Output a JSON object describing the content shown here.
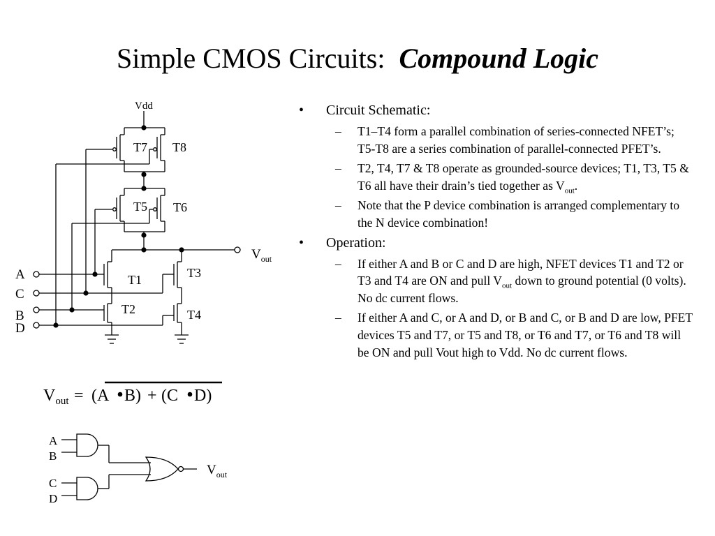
{
  "title": {
    "main": "Simple CMOS Circuits:",
    "italic": "Compound Logic"
  },
  "schematic": {
    "vdd": "Vdd",
    "transistors": [
      "T7",
      "T8",
      "T5",
      "T6",
      "T1",
      "T3",
      "T2",
      "T4"
    ],
    "inputs": [
      "A",
      "C",
      "B",
      "D"
    ],
    "vout_base": "V",
    "vout_sub": "out"
  },
  "equation": {
    "lhs_base": "V",
    "lhs_sub": "out",
    "eq": "=",
    "term1": "(A",
    "term1_b": "B)",
    "plus": "+",
    "term2": "(C",
    "term2_b": "D)"
  },
  "gates": {
    "inputs": [
      "A",
      "B",
      "C",
      "D"
    ],
    "out_base": "V",
    "out_sub": "out"
  },
  "notes": {
    "items": [
      {
        "label": "Circuit Schematic:",
        "sub": [
          {
            "a": "T1–T4 form a parallel combination of series-connected NFET’s;  T5-T8 are a series combination of parallel-connected PFET’s."
          },
          {
            "a": "T2, T4, T7 & T8 operate as grounded-source devices;  T1, T3, T5 & T6 all have their drain’s tied together as V",
            "sub": "out",
            "b": "."
          },
          {
            "a": "Note that the P device combination is arranged complementary to the N device combination!"
          }
        ]
      },
      {
        "label": "Operation:",
        "sub": [
          {
            "a": "If either A and B or C and D are high, NFET devices T1 and T2 or T3 and T4 are ON and pull V",
            "sub": "out",
            "b": " down to ground potential (0 volts).  No dc current flows."
          },
          {
            "a": "If either A and C, or A and D, or B and C, or B and D are low, PFET devices T5 and T7, or T5 and T8, or T6 and T7, or T6 and T8 will be ON and pull Vout high to Vdd.  No dc current flows."
          }
        ]
      }
    ],
    "bullet": "•",
    "dash": "–"
  }
}
